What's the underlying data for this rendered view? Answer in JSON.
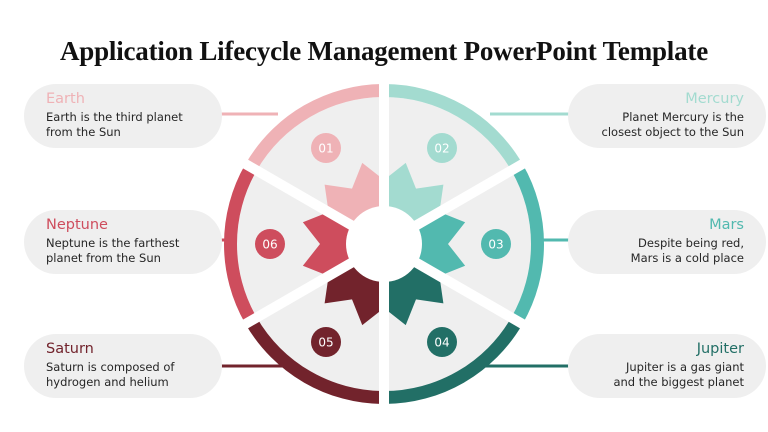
{
  "title": "Application Lifecycle Management PowerPoint Template",
  "colors": {
    "earth": "#efb2b6",
    "mercury": "#a3dbd0",
    "mars": "#52b9af",
    "jupiter": "#226f66",
    "saturn": "#72232c",
    "neptune": "#ce4d5d",
    "sector_fill": "#efefef",
    "card_fill": "#efefef"
  },
  "steps": [
    {
      "number": "01",
      "name": "Earth",
      "description_line1": "Earth is the third planet",
      "description_line2": "from the Sun",
      "color": "#efb2b6"
    },
    {
      "number": "02",
      "name": "Mercury",
      "description_line1": "Planet Mercury is the",
      "description_line2": "closest object to the Sun",
      "color": "#a3dbd0"
    },
    {
      "number": "03",
      "name": "Mars",
      "description_line1": "Despite being red,",
      "description_line2": "Mars is a cold place",
      "color": "#52b9af"
    },
    {
      "number": "04",
      "name": "Jupiter",
      "description_line1": "Jupiter is a gas giant",
      "description_line2": "and the biggest planet",
      "color": "#226f66"
    },
    {
      "number": "05",
      "name": "Saturn",
      "description_line1": "Saturn is composed of",
      "description_line2": "hydrogen and helium",
      "color": "#72232c"
    },
    {
      "number": "06",
      "name": "Neptune",
      "description_line1": "Neptune is the farthest",
      "description_line2": "planet from the Sun",
      "color": "#ce4d5d"
    }
  ]
}
